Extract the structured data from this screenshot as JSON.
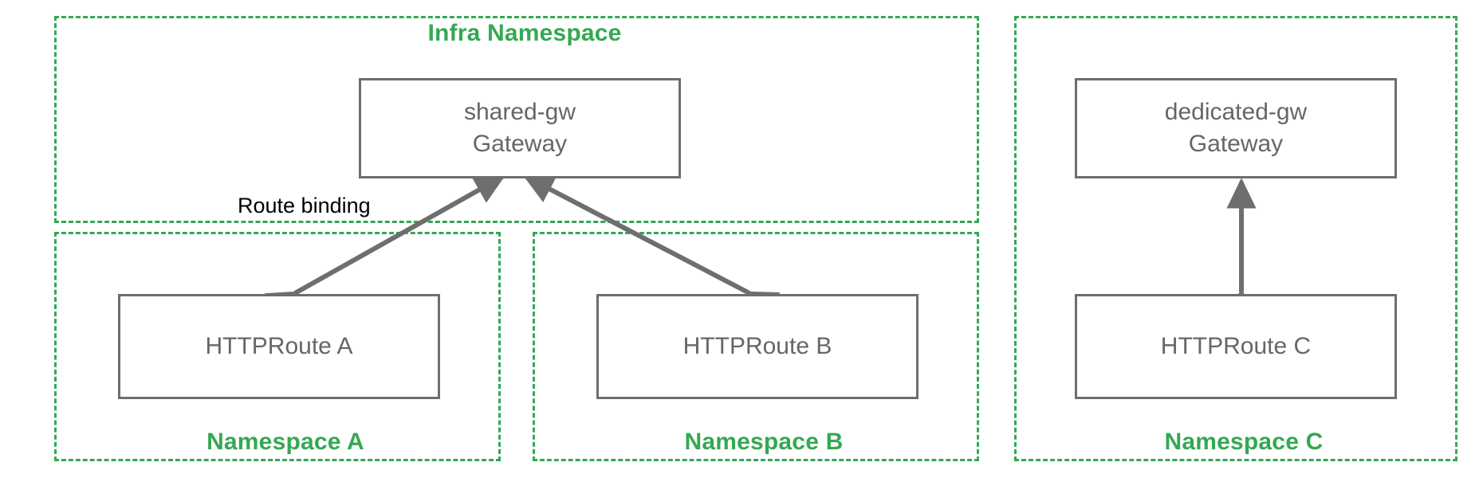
{
  "diagram": {
    "title_color": "#34a853",
    "box_border_color": "#6e6e6e",
    "box_text_color": "#666666",
    "arrow_color": "#6e6e6e",
    "edge_label_color": "#000000",
    "background": "#ffffff"
  },
  "namespaces": {
    "infra": {
      "label": "Infra Namespace"
    },
    "a": {
      "label": "Namespace A"
    },
    "b": {
      "label": "Namespace B"
    },
    "c": {
      "label": "Namespace C"
    }
  },
  "nodes": {
    "shared_gateway": {
      "name": "shared-gw",
      "kind": "Gateway",
      "label": "shared-gw\nGateway"
    },
    "dedicated_gateway": {
      "name": "dedicated-gw",
      "kind": "Gateway",
      "label": "dedicated-gw\nGateway"
    },
    "route_a": {
      "label": "HTTPRoute A"
    },
    "route_b": {
      "label": "HTTPRoute B"
    },
    "route_c": {
      "label": "HTTPRoute C"
    }
  },
  "edges": {
    "route_binding": {
      "label": "Route binding"
    },
    "a_to_gw": {
      "from": "HTTPRoute A",
      "to": "shared-gw Gateway",
      "direction": "both"
    },
    "b_to_gw": {
      "from": "HTTPRoute B",
      "to": "shared-gw Gateway",
      "direction": "both"
    },
    "c_to_gw": {
      "from": "HTTPRoute C",
      "to": "dedicated-gw Gateway",
      "direction": "both"
    }
  }
}
